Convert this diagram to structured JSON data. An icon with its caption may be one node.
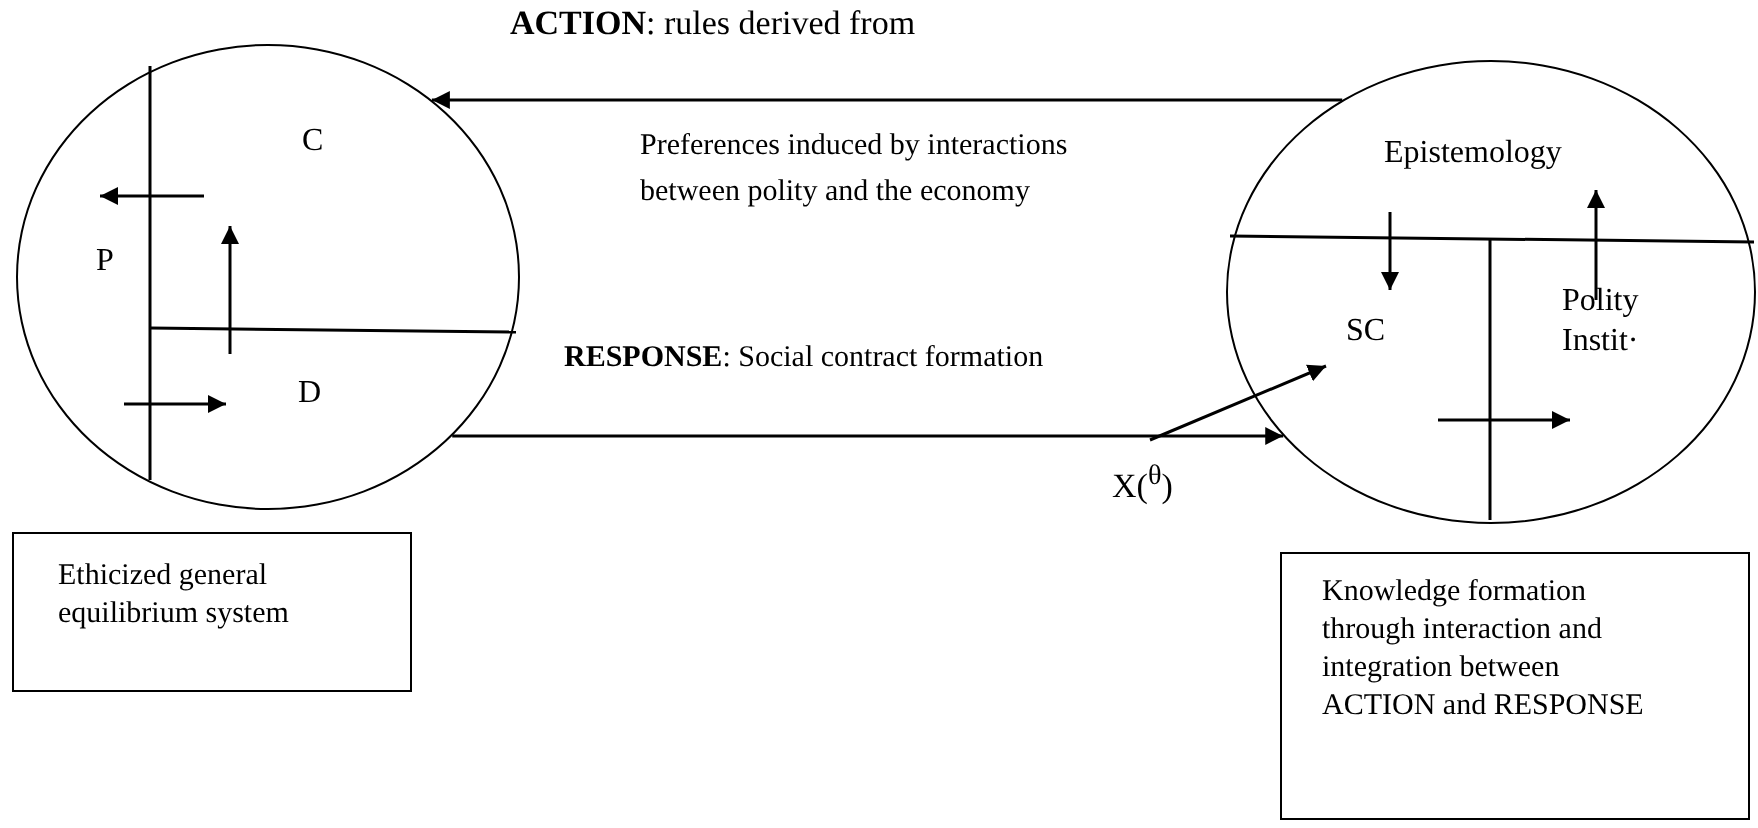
{
  "diagram": {
    "nodes": [
      {
        "text": [],
        "shape": "circle"
      },
      {
        "text": [
          "P"
        ],
        "in": 0
      },
      {
        "text": [
          "C"
        ],
        "in": 0
      },
      {
        "text": [
          "D"
        ],
        "in": 0
      },
      {
        "text": [],
        "shape": "circle"
      },
      {
        "text": [
          "Epistemology"
        ],
        "in": 4
      },
      {
        "text": [
          "SC"
        ],
        "in": 4
      },
      {
        "text": [
          "Polity Instit·"
        ],
        "in": 4
      },
      {
        "text": [
          "Ethicized general equilibrium system"
        ]
      },
      {
        "text": [
          "Knowledge formation through interaction and integration between ACTION and RESPONSE"
        ]
      }
    ],
    "edges": [
      {
        "from": 4,
        "to": 0,
        "arrow": "to",
        "label": "**ACTION**: rules derived from"
      },
      {
        "from": 0,
        "to": 4,
        "arrow": "to",
        "label": "**RESPONSE**: Social contract formation"
      },
      {
        "from": null,
        "to": 6,
        "arrow": "to",
        "label": "X($^{θ}$)"
      },
      {
        "from": 2,
        "to": 1,
        "arrow": "to"
      },
      {
        "from": 3,
        "to": 2,
        "arrow": "to"
      },
      {
        "from": 1,
        "to": 3,
        "arrow": "to"
      },
      {
        "from": 5,
        "to": 6,
        "arrow": "to"
      },
      {
        "from": 7,
        "to": 5,
        "arrow": "to"
      },
      {
        "from": 6,
        "to": 7,
        "arrow": "to"
      }
    ],
    "labels": [
      "Preferences induced by interactions between polity and the economy"
    ]
  }
}
